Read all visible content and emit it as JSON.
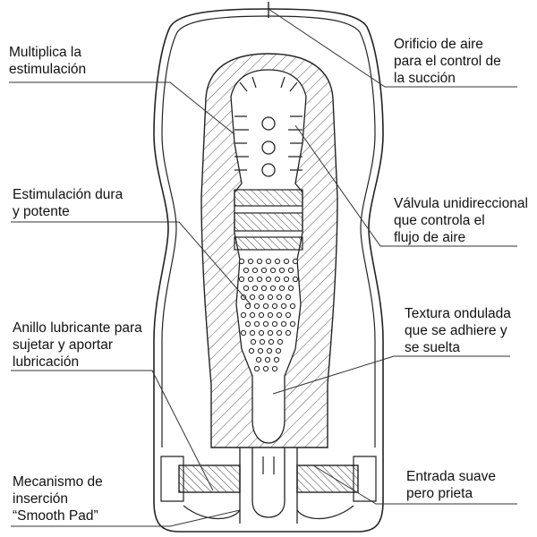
{
  "labels": {
    "multiplica": [
      "Multiplica la",
      "estimulación"
    ],
    "orificio": [
      "Orificio de aire",
      "para el control de",
      "la succión"
    ],
    "estimulacion": [
      "Estimulación dura",
      "y potente"
    ],
    "valvula": [
      "Válvula unidireccional",
      "que controla el",
      "flujo de aire"
    ],
    "anillo": [
      "Anillo lubricante para",
      "sujetar y aportar",
      "lubricación"
    ],
    "textura": [
      "Textura ondulada",
      "que se adhiere y",
      "se suelta"
    ],
    "mecanismo": [
      "Mecanismo de",
      "inserción",
      "“Smooth Pad”"
    ],
    "entrada": [
      "Entrada suave",
      "pero prieta"
    ]
  },
  "colors": {
    "stroke": "#222222",
    "hatch": "#444444",
    "text": "#111111",
    "background": "#ffffff"
  }
}
